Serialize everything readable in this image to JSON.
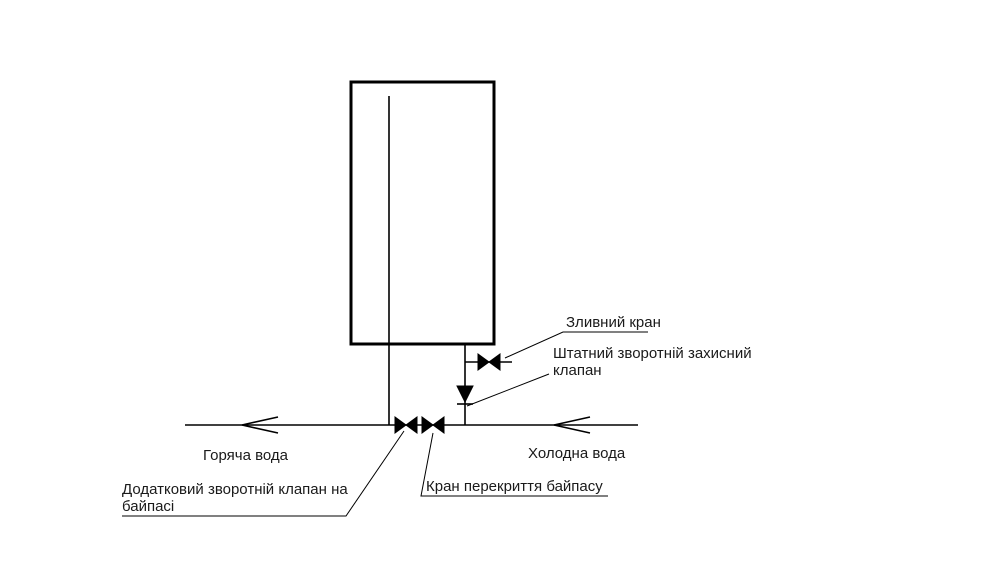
{
  "page": {
    "background": "#ffffff",
    "ink": "#000000"
  },
  "diagram": {
    "type": "plumbing-schematic",
    "components": {
      "boiler": "water-heater-tank",
      "main_pipe": "horizontal-supply-pipe",
      "bypass": "bypass-section-with-two-valves"
    },
    "labels": {
      "drain_valve": "Зливний кран",
      "standard_check_valve_line1": "Штатний зворотній захисний",
      "standard_check_valve_line2": "клапан",
      "hot_water": "Горяча вода",
      "cold_water": "Холодна вода",
      "additional_check_valve_line1": "Додатковий зворотній клапан на",
      "additional_check_valve_line2": "байпасі",
      "bypass_shutoff_valve": "Кран перекриття байпасу"
    }
  }
}
